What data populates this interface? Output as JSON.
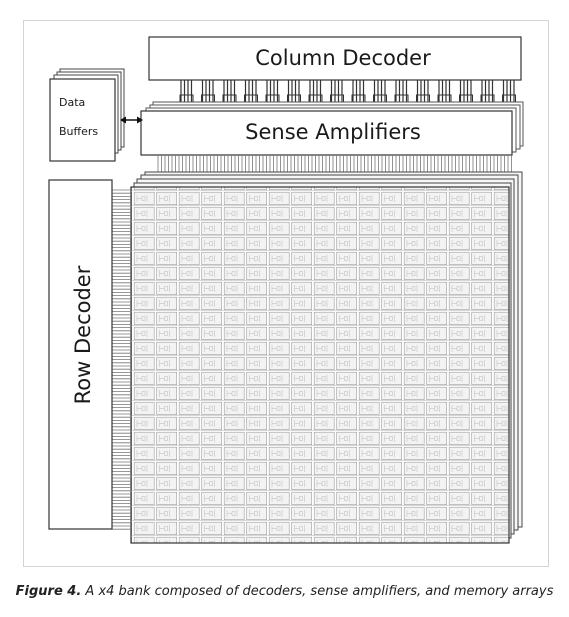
{
  "diagram": {
    "column_decoder_label": "Column Decoder",
    "sense_amplifiers_label": "Sense Amplifiers",
    "row_decoder_label": "Row Decoder",
    "data_buffers_line1": "Data",
    "data_buffers_line2": "Buffers"
  },
  "caption": {
    "number": "Figure 4.",
    "text": "A x4 bank composed of decoders, sense amplifiers, and memory arrays"
  }
}
